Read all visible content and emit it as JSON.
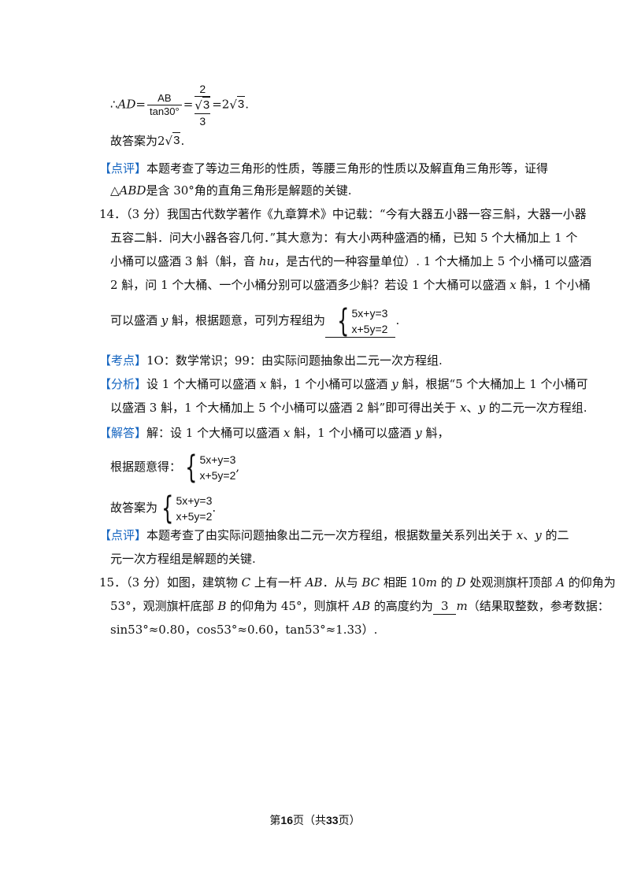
{
  "s1": {
    "prefix": "∴",
    "var_ad": "AD",
    "eq1": "=",
    "frac_num": "AB",
    "frac_den": "tan30°",
    "eq2": "=",
    "inner_num": "2",
    "sqrt_sym": "√",
    "sqrt_val": "3",
    "inner_den": "3",
    "eq3": "=2",
    "sqrt2_val": "3",
    "end": "."
  },
  "s2": {
    "text": "故答案为2",
    "sqrt_val": "3",
    "end": "."
  },
  "s3": {
    "tag": "【点评】",
    "line1": "本题考查了等边三角形的性质，等腰三角形的性质以及解直角三角形等，证得",
    "line2_a": "△",
    "line2_b": "ABD",
    "line2_c": "是含 30°角的直角三角形是解题的关键."
  },
  "q14": {
    "line1": "14．（3 分）我国古代数学著作《九章算术》中记载：“今有大器五小器一容三斛，大器一小器",
    "line2": "五容二斛．问大小器各容几何．”其大意为：有大小两种盛酒的桶，已知 5 个大桶加上 1 个",
    "line3_a": "小桶可以盛酒 3 斛（斛，音 ",
    "line3_b": "hu",
    "line3_c": "，是古代的一种容量单位）. 1 个大桶加上 5 个小桶可以盛酒",
    "line4_a": "2 斛，问 1 个大桶、一个小桶分别可以盛酒多少斛？若设 1 个大桶可以盛酒 ",
    "line4_b": "x",
    "line4_c": " 斛，1 个小桶",
    "line5_a": "可以盛酒 ",
    "line5_b": "y",
    "line5_c": " 斛，根据题意，可列方程组为",
    "eq_a": "5x+y=3",
    "eq_b": "x+5y=2",
    "line5_end": "."
  },
  "kd": {
    "tag": "【考点】",
    "text": "1O：数学常识；99：由实际问题抽象出二元一次方程组."
  },
  "fx": {
    "tag": "【分析】",
    "l1_a": "设 1 个大桶可以盛酒 ",
    "l1_b": "x",
    "l1_c": " 斛，1 个小桶可以盛酒 ",
    "l1_d": "y",
    "l1_e": " 斛，根据“5 个大桶加上 1 个小桶可",
    "l2_a": "以盛酒 3 斛，1 个大桶加上 5 个小桶可以盛酒 2 斛”即可得出关于 ",
    "l2_b": "x",
    "l2_c": "、",
    "l2_d": "y",
    "l2_e": " 的二元一次方程组."
  },
  "jd": {
    "tag": "【解答】",
    "l1_a": "解：设 1 个大桶可以盛酒 ",
    "l1_b": "x",
    "l1_c": " 斛，1 个小桶可以盛酒 ",
    "l1_d": "y",
    "l1_e": " 斛，",
    "l2": "根据题意得：",
    "eq_a": "5x+y=3",
    "eq_b": "x+5y=2",
    "l2_end": ",",
    "l3": "故答案为",
    "eq3_a": "5x+y=3",
    "eq3_b": "x+5y=2",
    "l3_end": "."
  },
  "dp2": {
    "tag": "【点评】",
    "l1_a": "本题考查了由实际问题抽象出二元一次方程组，根据数量关系列出关于 ",
    "l1_b": "x",
    "l1_c": "、",
    "l1_d": "y",
    "l1_e": " 的二",
    "l2": "元一次方程组是解题的关键."
  },
  "q15": {
    "l1_a": "15．（3 分）如图，建筑物 ",
    "l1_b": "C",
    "l1_c": " 上有一杆 ",
    "l1_d": "AB",
    "l1_e": "．从与 ",
    "l1_f": "BC",
    "l1_g": " 相距 10",
    "l1_h": "m",
    "l1_i": " 的 ",
    "l1_j": "D",
    "l1_k": " 处观测旗杆顶部 ",
    "l1_l": "A",
    "l1_m": " 的仰角为",
    "l2_a": "53°，观测旗杆底部 ",
    "l2_b": "B",
    "l2_c": " 的仰角为 45°，则旗杆 ",
    "l2_d": "AB",
    "l2_e": " 的高度约为",
    "answer": "3",
    "l2_f": "m",
    "l2_g": "（结果取整数，参考数据：",
    "l3": "sin53°≈0.80，cos53°≈0.60，tan53°≈1.33）."
  },
  "footer": {
    "a": "第",
    "page": "16",
    "b": "页（共",
    "total": "33",
    "c": "页）"
  }
}
